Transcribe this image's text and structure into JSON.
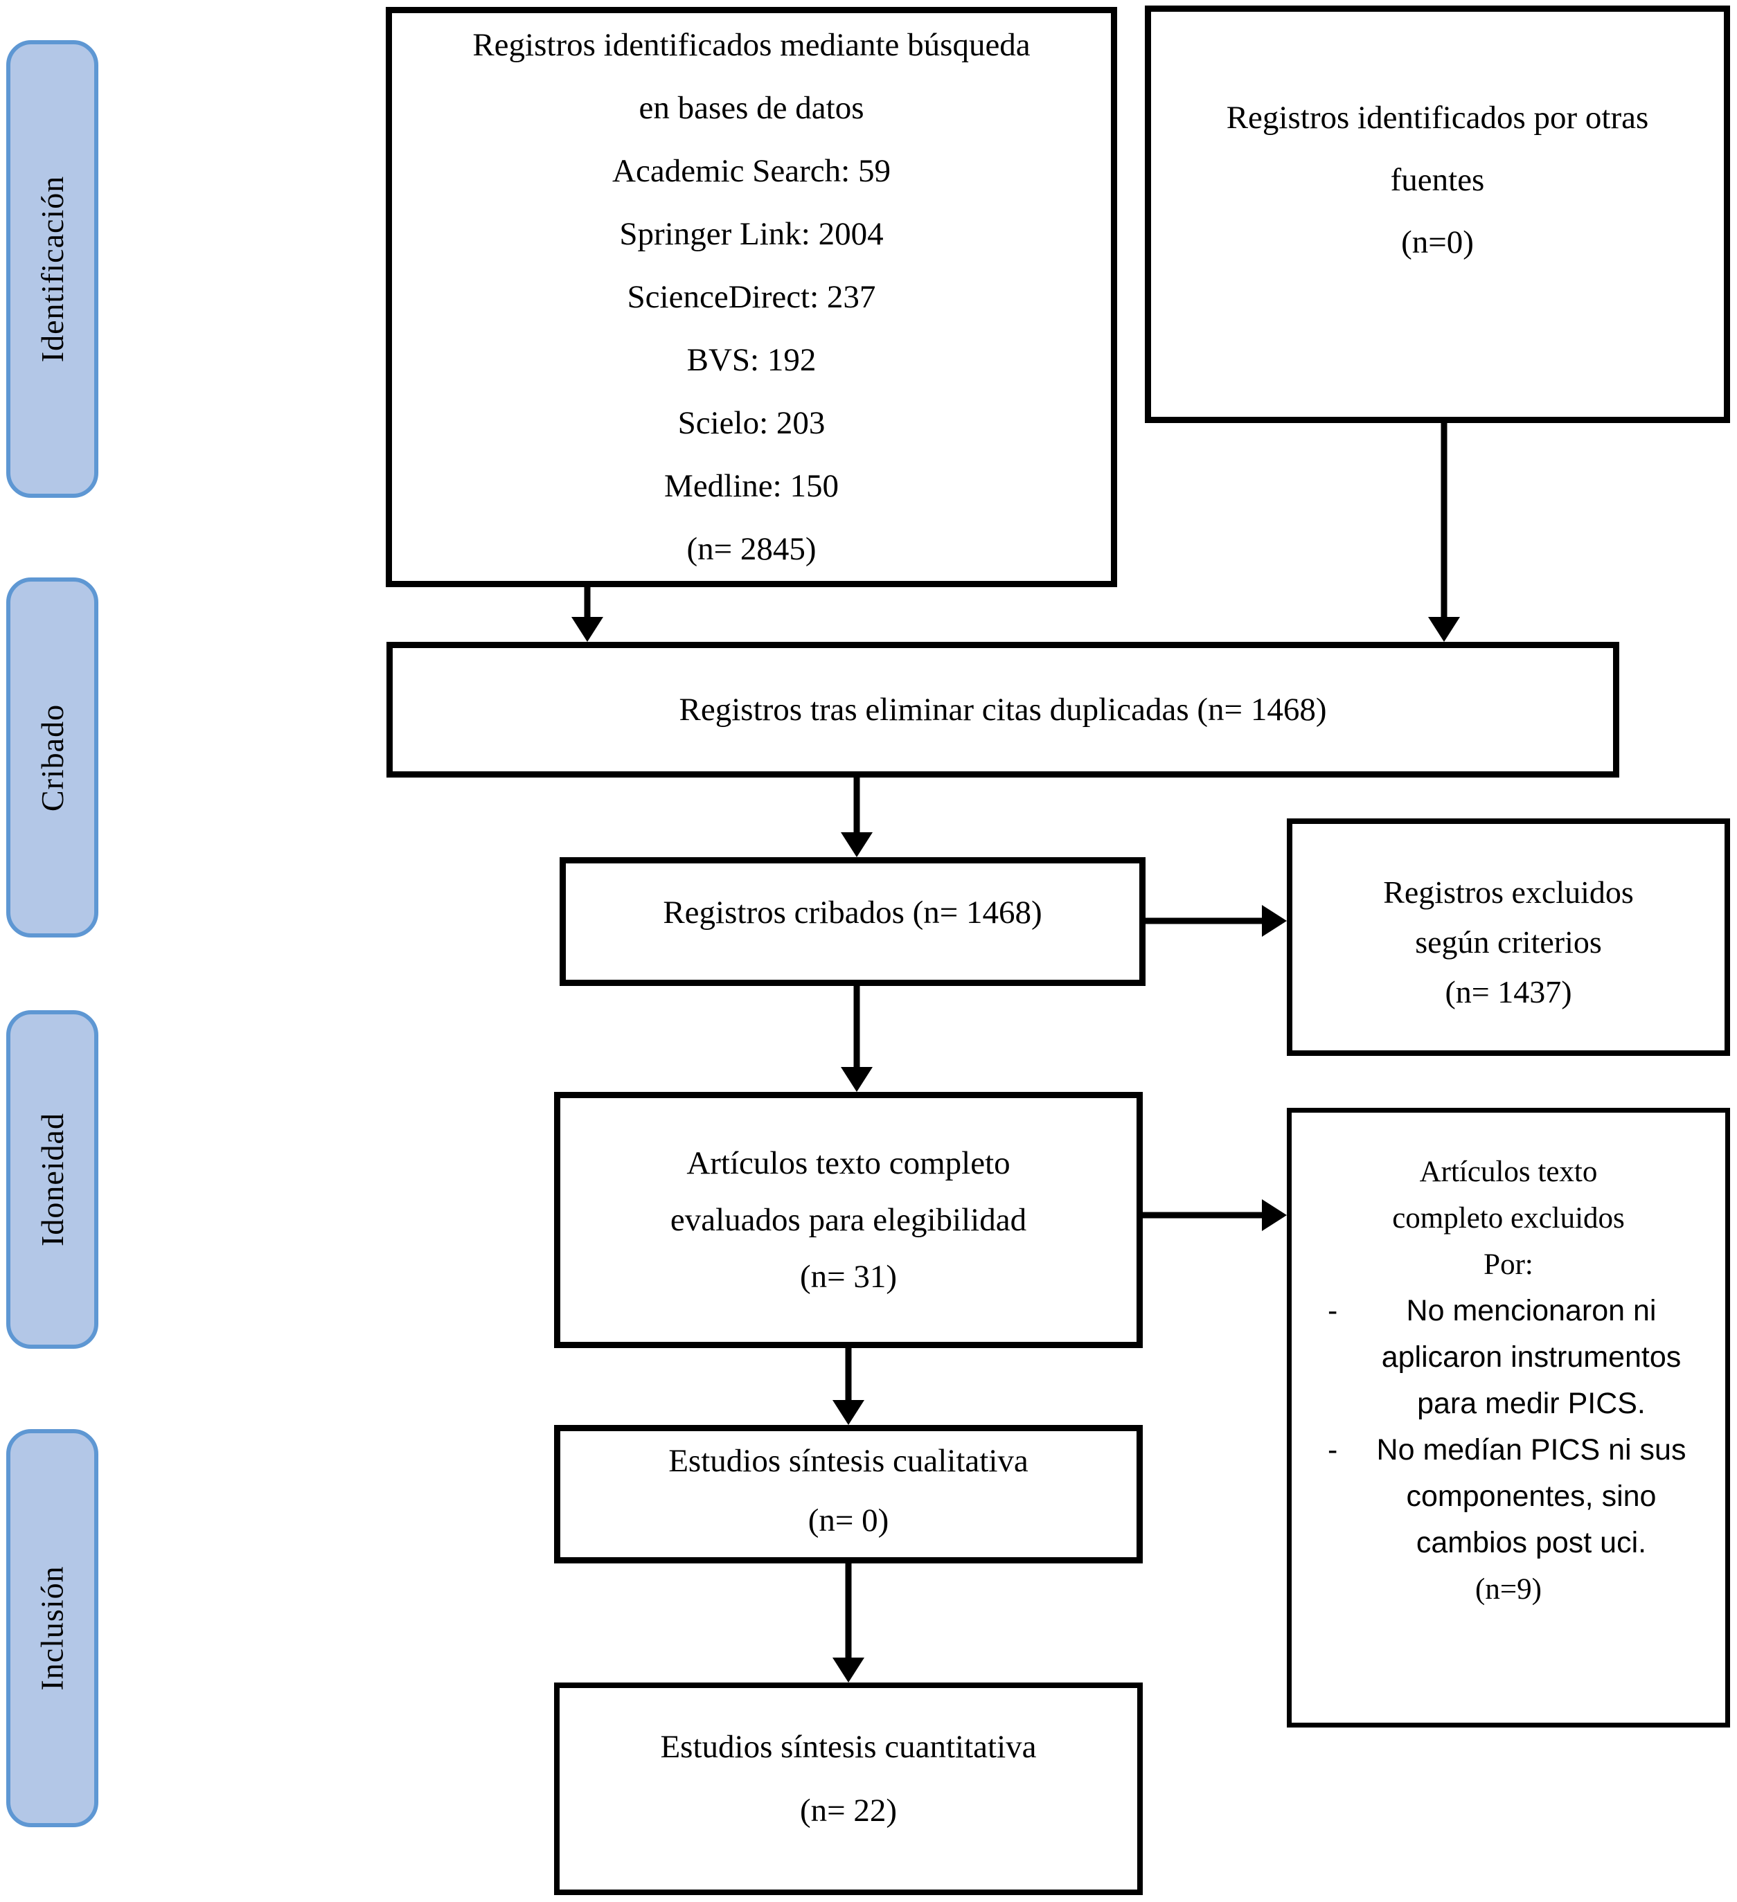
{
  "diagram_type": "PRISMA flow diagram",
  "colors": {
    "stage_fill": "#b3c7e7",
    "stage_border": "#5e97d3",
    "box_border": "#000000",
    "background": "#ffffff",
    "text": "#000000"
  },
  "stages": [
    {
      "label": "Identificación"
    },
    {
      "label": "Cribado"
    },
    {
      "label": "Idoneidad"
    },
    {
      "label": "Inclusión"
    }
  ],
  "flow": {
    "identified_db": {
      "lines": [
        "Registros identificados mediante búsqueda",
        "en bases de datos",
        "Academic Search: 59",
        "Springer Link: 2004",
        "ScienceDirect: 237",
        "BVS: 192",
        "Scielo: 203",
        "Medline: 150",
        "(n= 2845)"
      ]
    },
    "identified_other": {
      "lines": [
        "Registros identificados por otras",
        "fuentes",
        "(n=0)"
      ]
    },
    "deduplicated": {
      "text": "Registros tras eliminar citas duplicadas (n= 1468)"
    },
    "screened": {
      "text": "Registros cribados (n= 1468)"
    },
    "excluded_screening": {
      "lines": [
        "Registros excluidos",
        "según criterios",
        "(n= 1437)"
      ]
    },
    "fulltext_assessed": {
      "lines": [
        "Artículos texto completo",
        "evaluados para elegibilidad",
        "(n= 31)"
      ]
    },
    "fulltext_excluded": {
      "heading_lines": [
        "Artículos texto",
        "completo excluidos",
        "Por:"
      ],
      "bullet_marker": "-",
      "bullets": [
        "No mencionaron ni aplicaron instrumentos para medir PICS.",
        "No medían PICS ni sus componentes, sino cambios post uci."
      ],
      "n_label": "(n=9)"
    },
    "qualitative": {
      "lines": [
        "Estudios síntesis cualitativa",
        "(n= 0)"
      ]
    },
    "quantitative": {
      "lines": [
        "Estudios síntesis cuantitativa",
        "(n= 22)"
      ]
    }
  }
}
